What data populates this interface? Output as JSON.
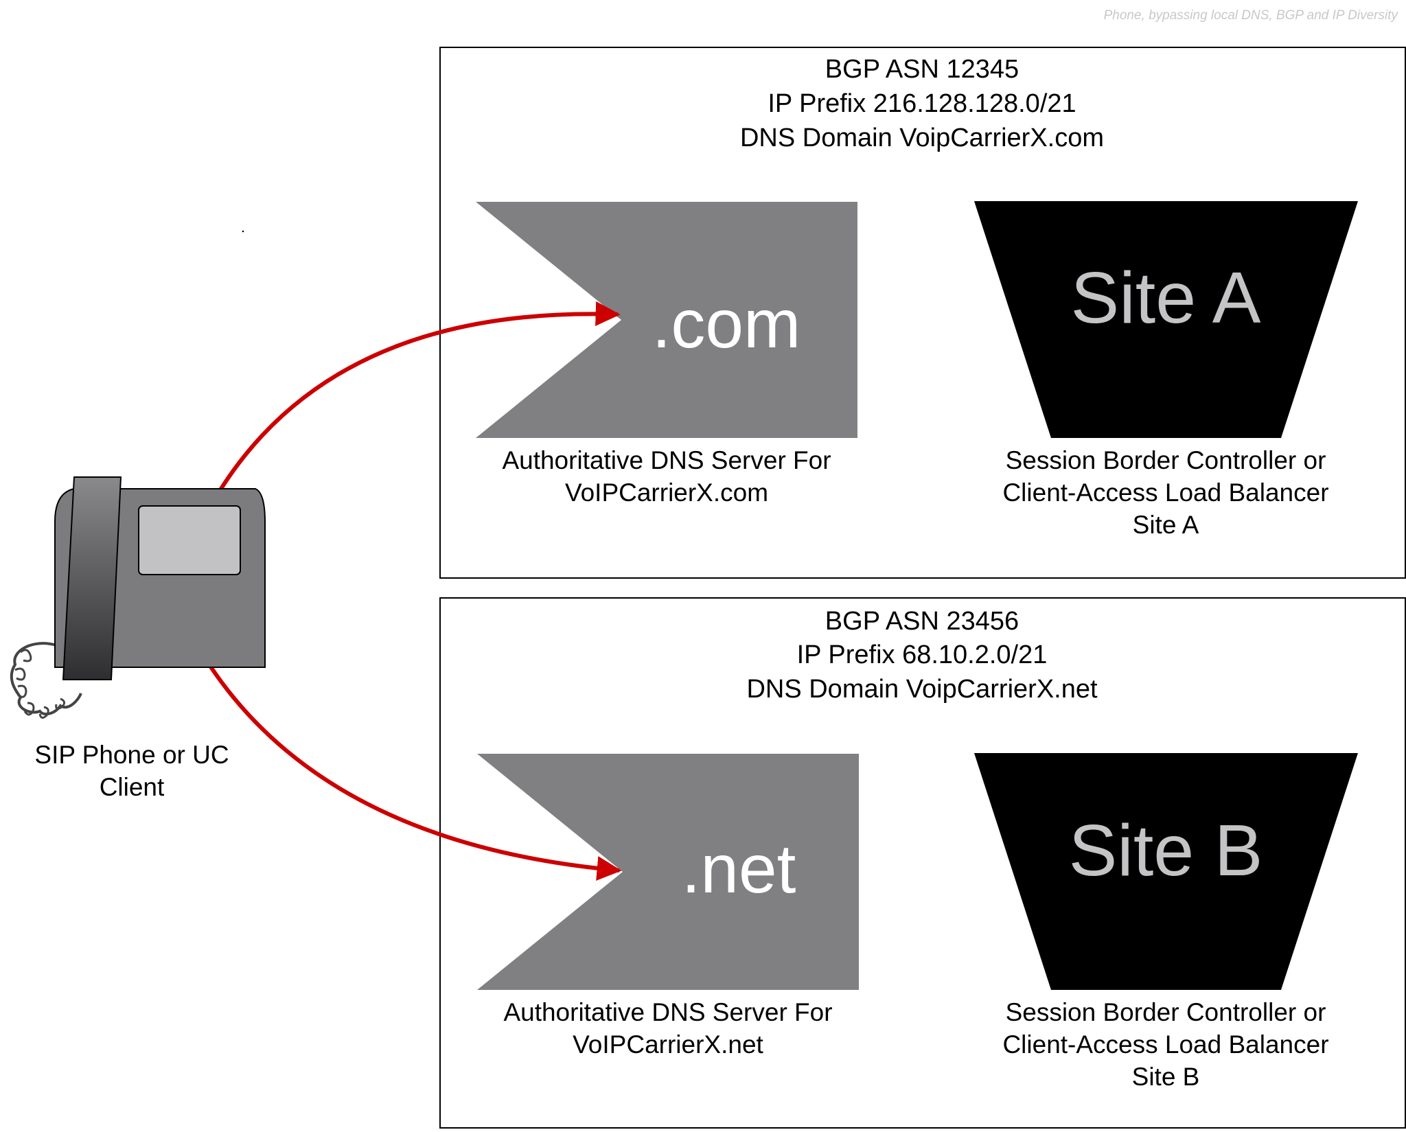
{
  "watermark": "Phone, bypassing local DNS, BGP and IP Diversity",
  "phone": {
    "label_line1": "SIP Phone or UC",
    "label_line2": "Client"
  },
  "carriers": [
    {
      "header": [
        "BGP ASN  12345",
        "IP Prefix 216.128.128.0/21",
        "DNS Domain VoipCarrierX.com"
      ],
      "dns_text": ".com",
      "dns_label": [
        "Authoritative DNS Server For",
        "VoIPCarrierX.com"
      ],
      "site_text": "Site A",
      "sbc_label": [
        "Session Border Controller or",
        "Client-Access Load Balancer",
        "Site A"
      ]
    },
    {
      "header": [
        "BGP ASN  23456",
        "IP Prefix 68.10.2.0/21",
        "DNS Domain VoipCarrierX.net"
      ],
      "dns_text": ".net",
      "dns_label": [
        "Authoritative DNS Server For",
        "VoIPCarrierX.net"
      ],
      "site_text": "Site B",
      "sbc_label": [
        "Session Border Controller or",
        "Client-Access Load Balancer",
        "Site B"
      ]
    }
  ],
  "colors": {
    "arrow": "#cc0000",
    "dns_fill": "#807f82",
    "sbc_fill": "#000000",
    "site_text": "#c4c4c6",
    "phone_body": "#7c7b7e",
    "phone_screen": "#c2c1c4",
    "box_border": "#000000"
  }
}
